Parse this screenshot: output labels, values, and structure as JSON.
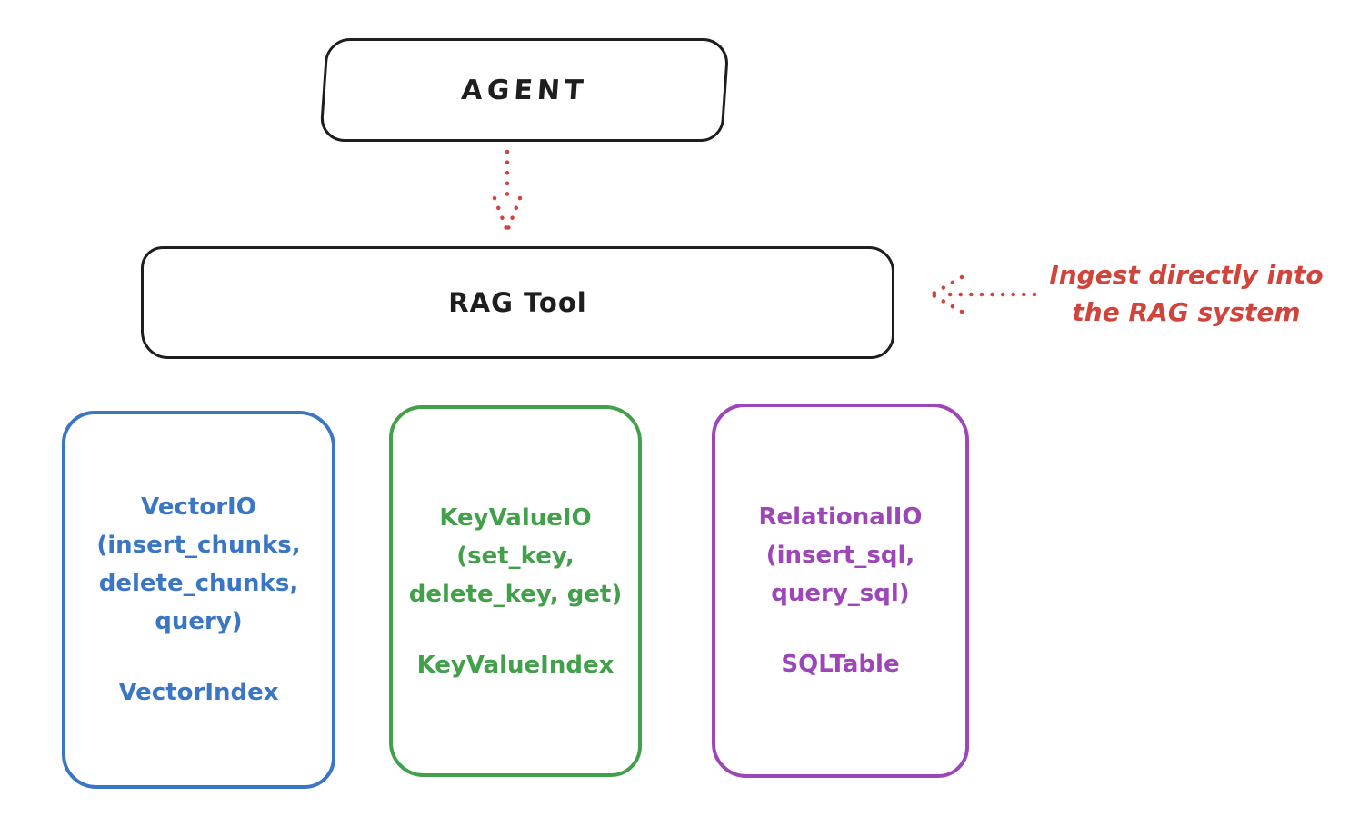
{
  "canvas": {
    "background": "#ffffff"
  },
  "colors": {
    "ink": "#1e1e1e",
    "red": "#d0443c",
    "blue": "#3b76c4",
    "green": "#42a04a",
    "purple": "#9c46b8"
  },
  "nodes": {
    "agent": {
      "label": "AGENT"
    },
    "rag_tool": {
      "label": "RAG Tool"
    },
    "vector_io": {
      "lines": [
        "VectorIO",
        "(insert_chunks,",
        "delete_chunks,",
        "query)"
      ],
      "index_label": "VectorIndex"
    },
    "keyvalue_io": {
      "lines": [
        "KeyValueIO",
        "(set_key,",
        "delete_key, get)"
      ],
      "index_label": "KeyValueIndex"
    },
    "relational_io": {
      "lines": [
        "RelationalIO",
        "(insert_sql,",
        "query_sql)"
      ],
      "index_label": "SQLTable"
    }
  },
  "annotations": {
    "ingest": {
      "line1": "Ingest directly into",
      "line2": "the RAG system"
    }
  },
  "icons": {
    "flow_arrow": "dotted-arrow-down",
    "ingest_arrow": "dotted-arrow-left"
  }
}
